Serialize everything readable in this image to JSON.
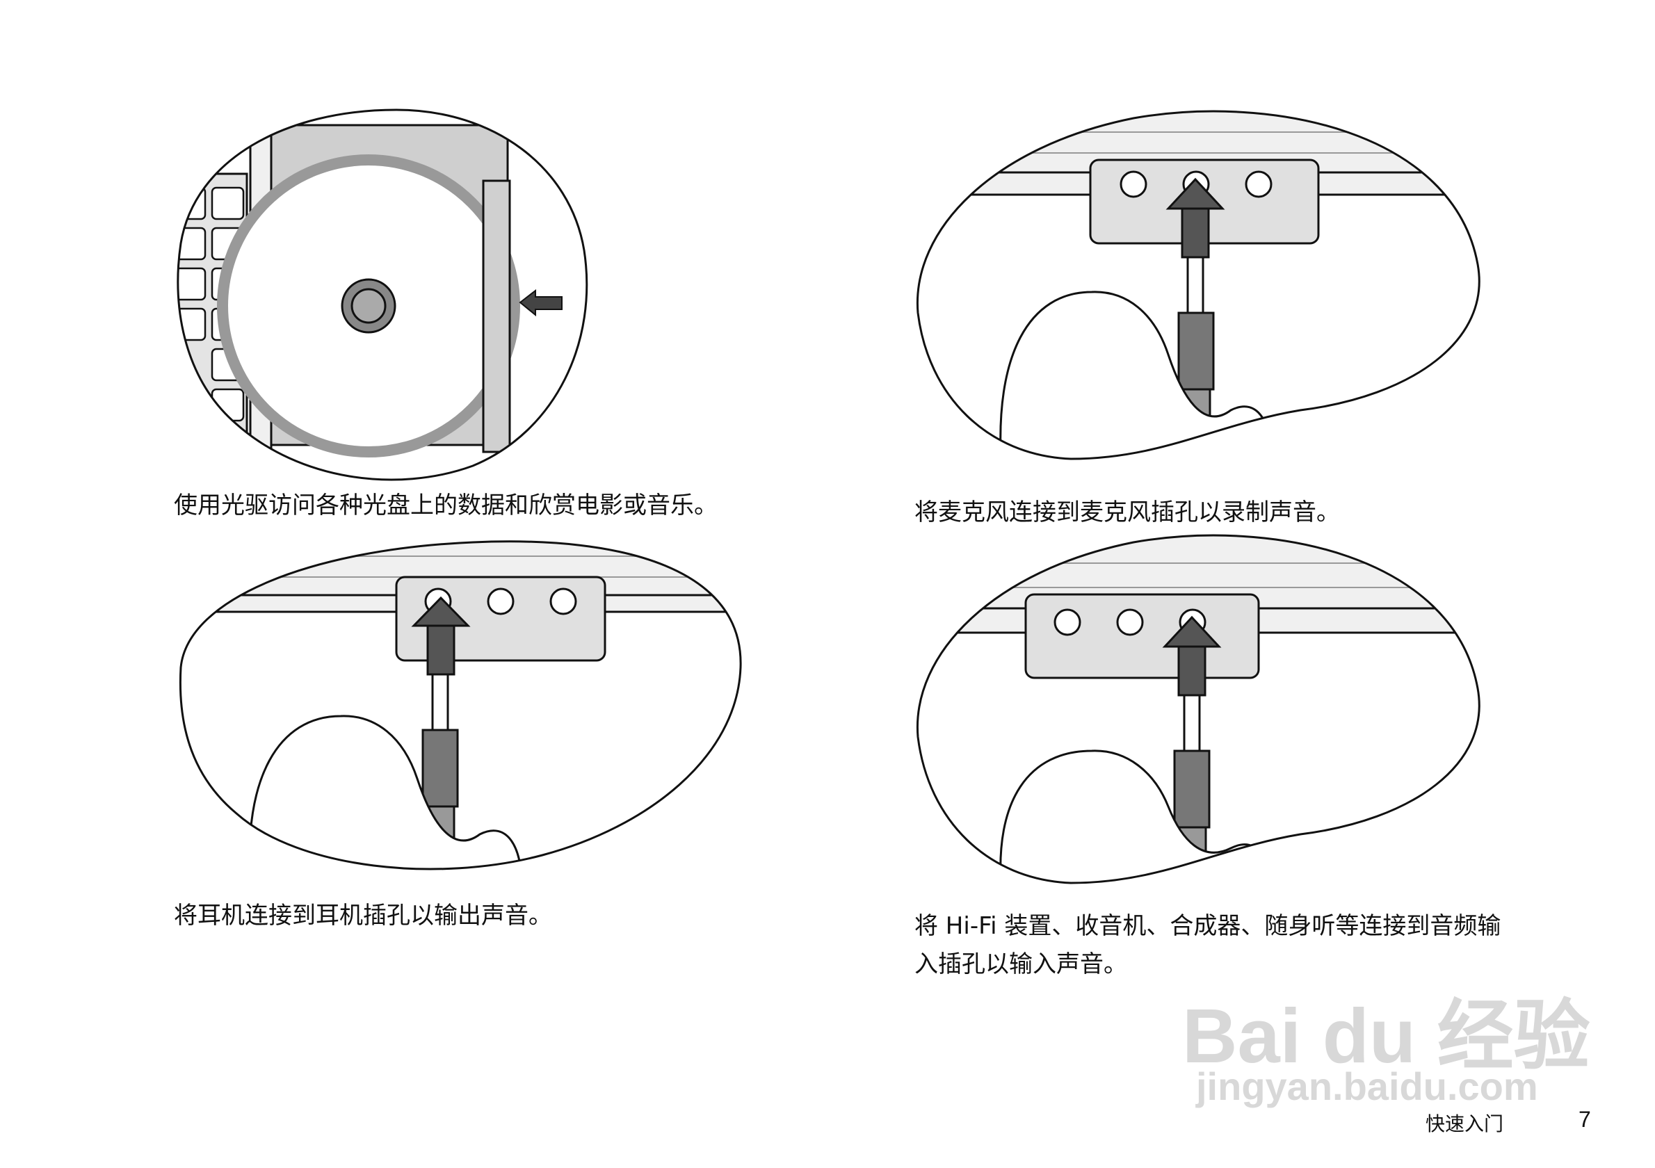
{
  "captions": {
    "optical_drive": "使用光驱访问各种光盘上的数据和欣赏电影或音乐。",
    "microphone": "将麦克风连接到麦克风插孔以录制声音。",
    "headphone": "将耳机连接到耳机插孔以输出声音。",
    "line_in_1": "将 Hi-Fi 装置、收音机、合成器、随身听等连接到音频输",
    "line_in_2": "入插孔以输入声音。"
  },
  "footer": {
    "section": "快速入门",
    "page_number": "7"
  },
  "watermark": {
    "logo_text": "Bai du 经验",
    "url": "jingyan.baidu.com"
  },
  "icons": [
    "optical-disc-icon",
    "insert-arrow-icon",
    "headphone-jack-icon",
    "microphone-jack-icon",
    "line-in-jack-icon",
    "audio-plug-icon",
    "hand-icon"
  ]
}
